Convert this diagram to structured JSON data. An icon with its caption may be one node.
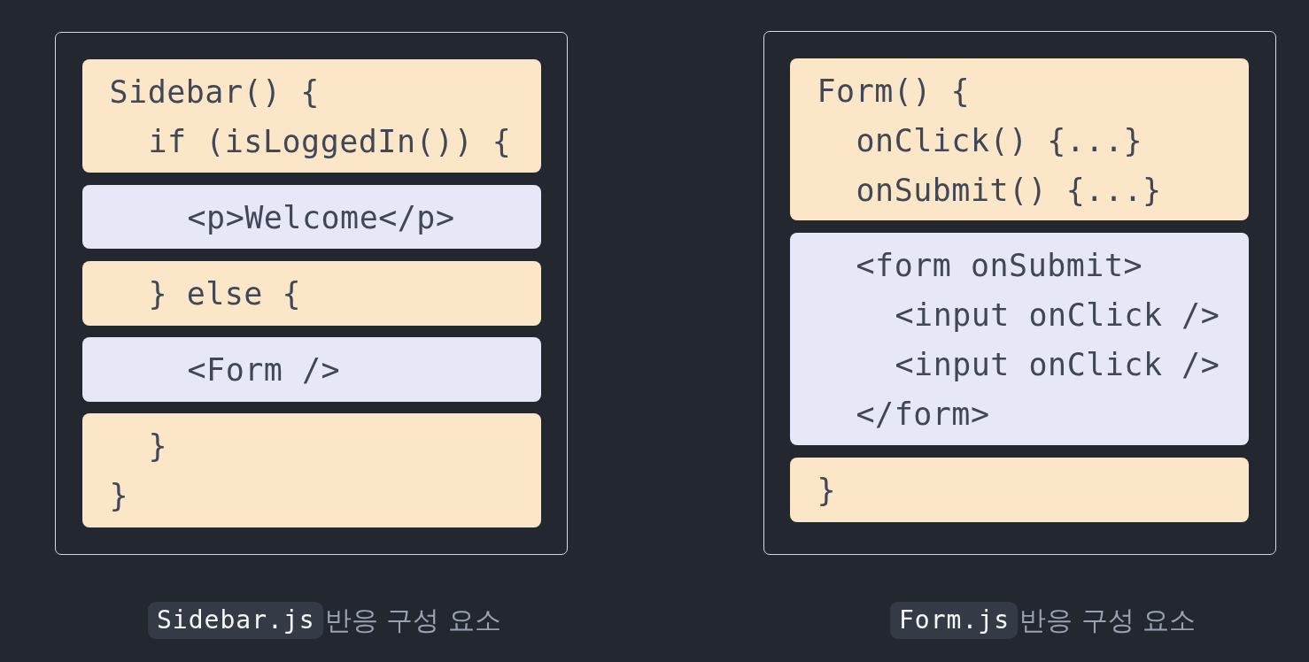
{
  "diagram": {
    "nodes": [
      {
        "text": [],
        "shape": "box",
        "beside": [
          "Sidebar.js",
          "반응 구성 요소"
        ]
      },
      {
        "text": [
          "Sidebar() {",
          "if (isLoggedIn()) {"
        ],
        "in": 0
      },
      {
        "text": [
          "<p>Welcome</p>"
        ],
        "in": 0
      },
      {
        "text": [
          "} else {"
        ],
        "in": 0
      },
      {
        "text": [
          "<Form />"
        ],
        "in": 0
      },
      {
        "text": [
          "}",
          "}"
        ],
        "in": 0
      },
      {
        "text": [],
        "shape": "box",
        "beside": [
          "Form.js",
          "반응 구성 요소"
        ]
      },
      {
        "text": [
          "Form() {",
          "onClick() {...}",
          "onSubmit() {...}"
        ],
        "in": 6
      },
      {
        "text": [
          "<form onSubmit>",
          "<input onClick />",
          "<input onClick />",
          "</form>"
        ],
        "in": 6
      },
      {
        "text": [
          "}"
        ],
        "in": 6
      }
    ]
  }
}
